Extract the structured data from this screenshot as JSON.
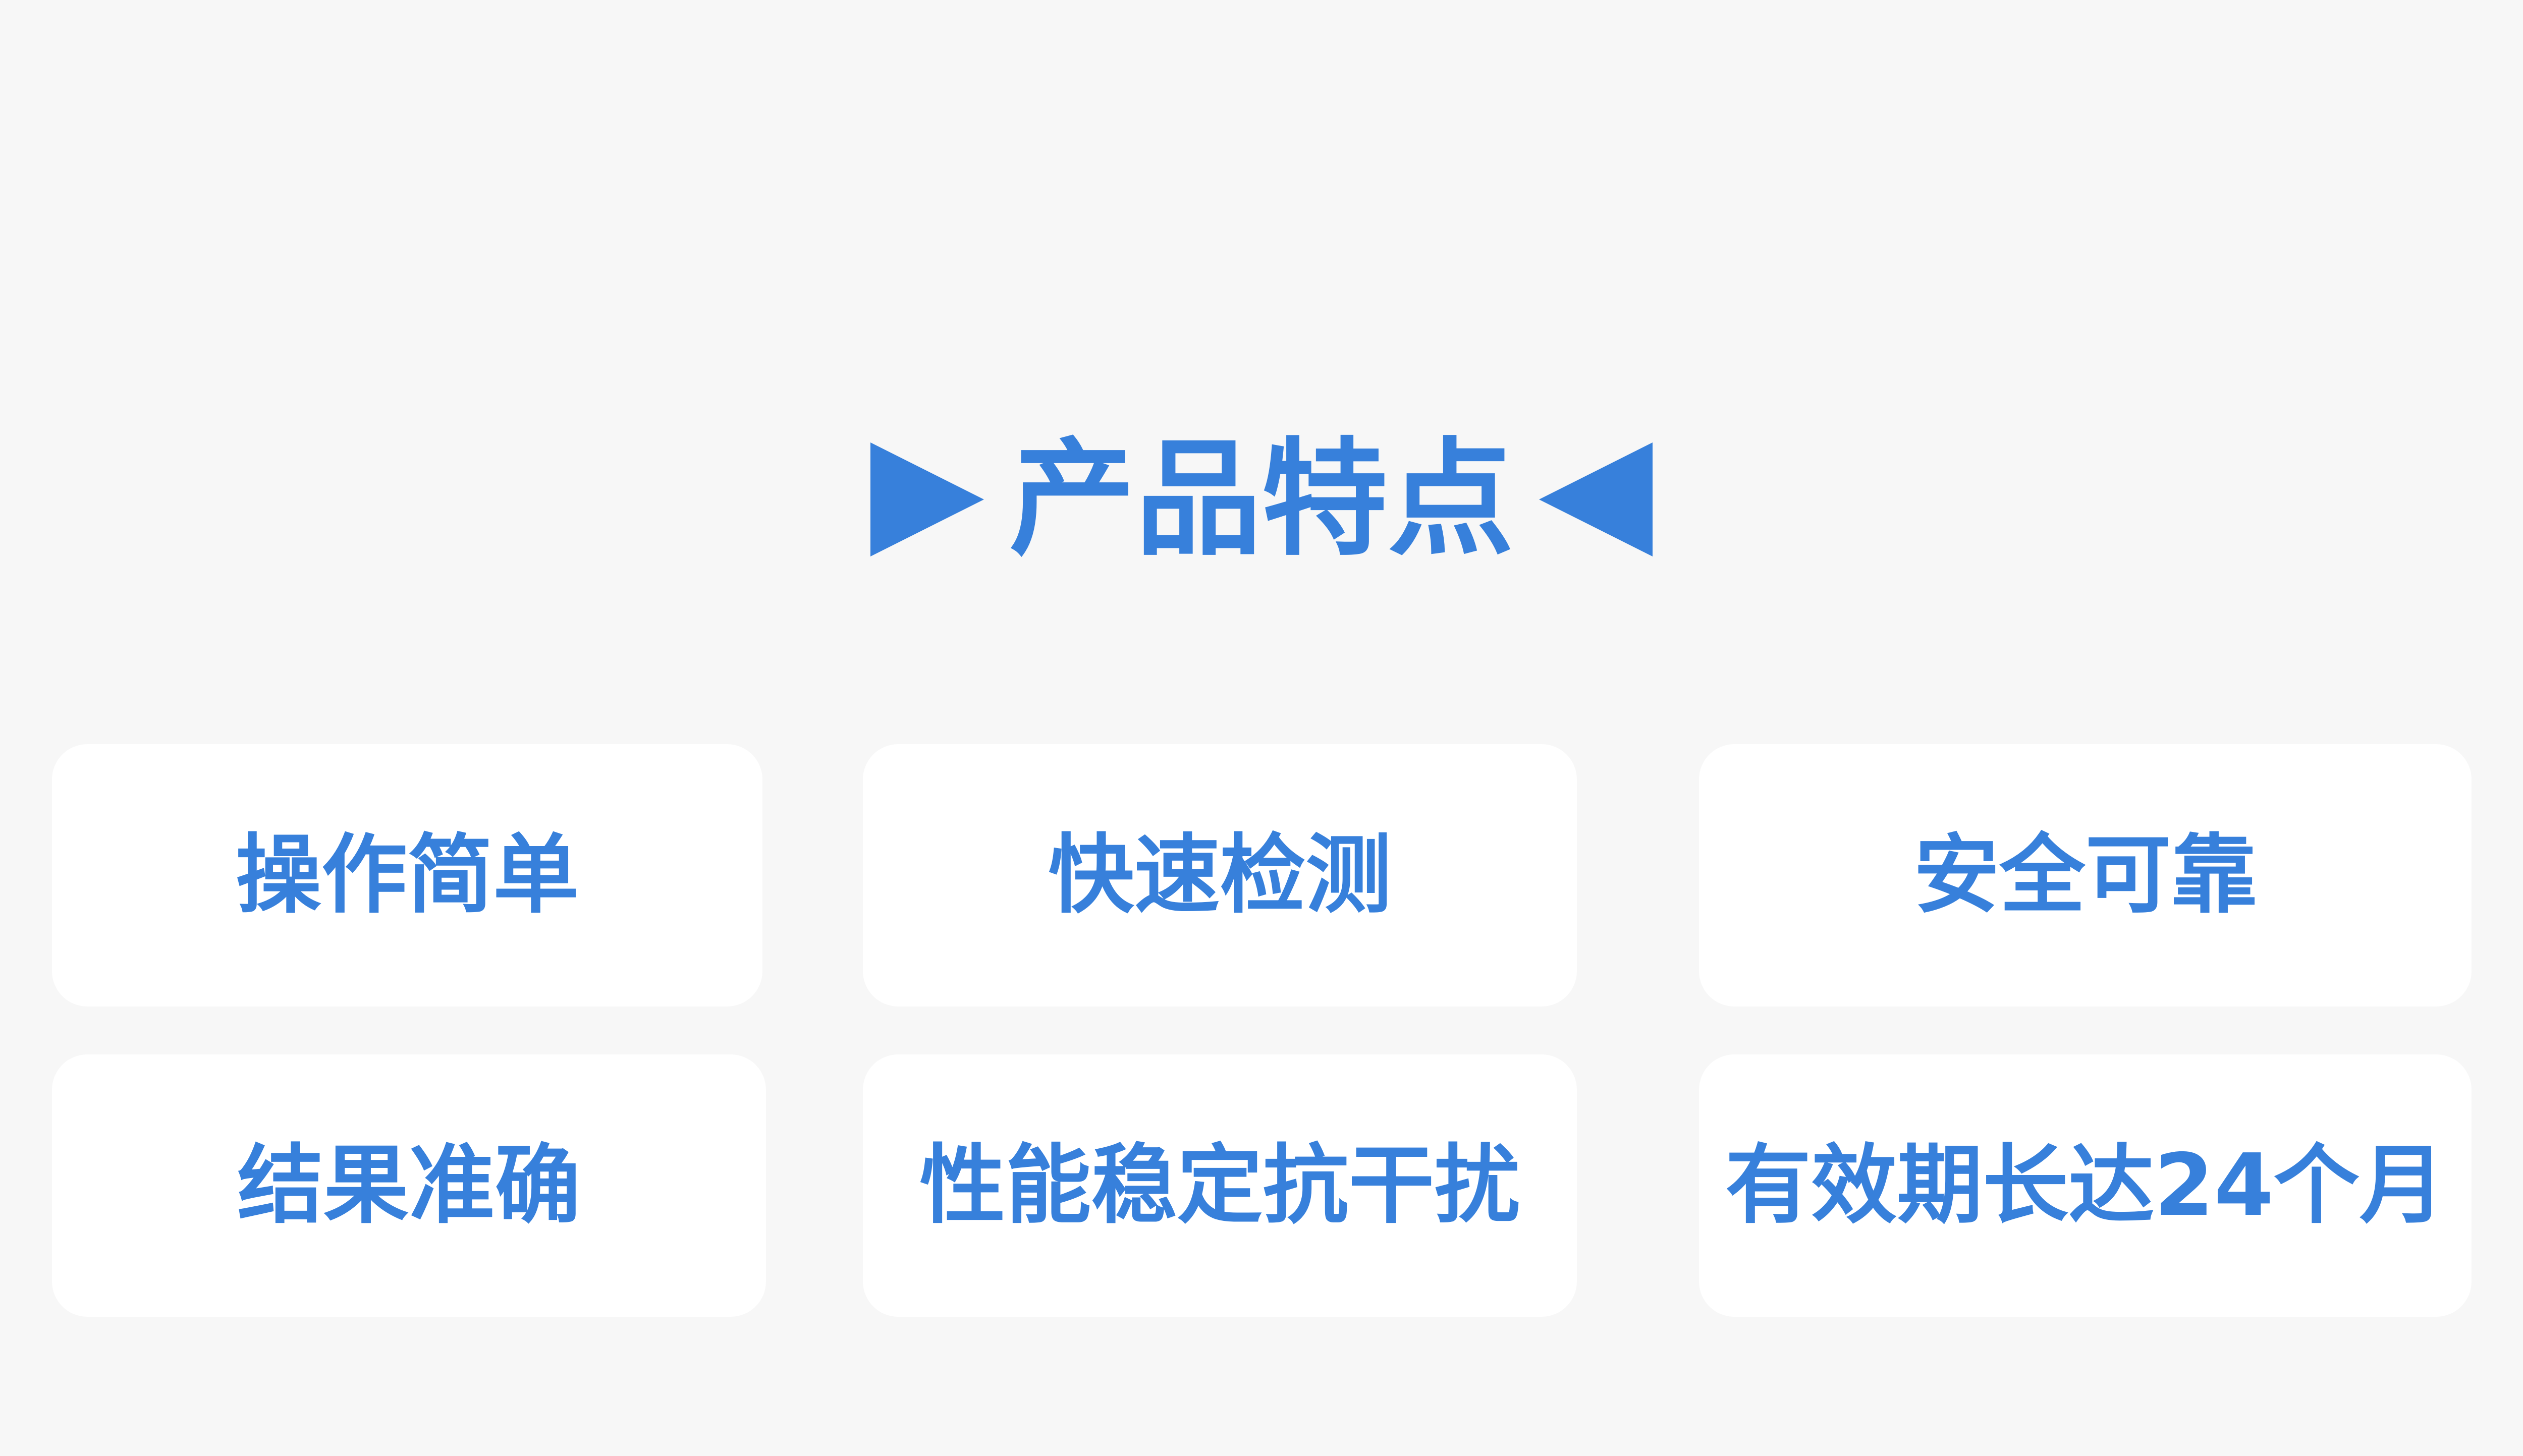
{
  "title": {
    "text": "产品特点",
    "left_icon": "triangle-right-icon",
    "right_icon": "triangle-left-icon"
  },
  "features": [
    {
      "label": "操作简单"
    },
    {
      "label": "快速检测"
    },
    {
      "label": "安全可靠"
    },
    {
      "label": "结果准确"
    },
    {
      "label": "性能稳定抗干扰"
    },
    {
      "label": "有效期长达24个月"
    }
  ],
  "colors": {
    "accent": "#3780db",
    "background": "#f7f7f7",
    "card": "#ffffff"
  }
}
